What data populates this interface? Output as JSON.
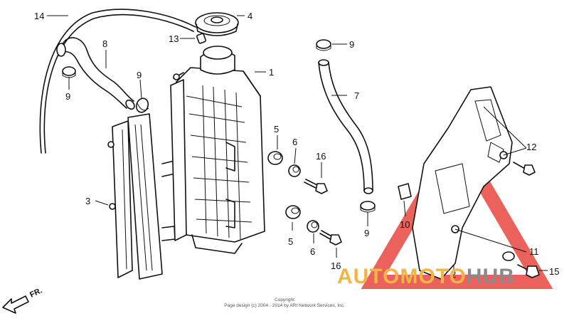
{
  "diagram": {
    "callouts": {
      "c1": "1",
      "c2": "2",
      "c3": "3",
      "c4": "4",
      "c5a": "5",
      "c5b": "5",
      "c6a": "6",
      "c6b": "6",
      "c7": "7",
      "c8": "8",
      "c9a": "9",
      "c9b": "9",
      "c9c": "9",
      "c9d": "9",
      "c10": "10",
      "c11": "11",
      "c12": "12",
      "c13": "13",
      "c14": "14",
      "c15": "15",
      "c16a": "16",
      "c16b": "16"
    },
    "direction_marker": "FR.",
    "copyright_line1": "Copyright",
    "copyright_line2": "Page design (c) 2004 - 2014 by ARI Network Services, Inc."
  },
  "watermark": {
    "brand_part1": "AUTOMOTO",
    "brand_part2": "HUB",
    "colors": {
      "triangle": "#e8463f",
      "part1": "#f2b544",
      "part2": "#8a8a8a"
    }
  }
}
